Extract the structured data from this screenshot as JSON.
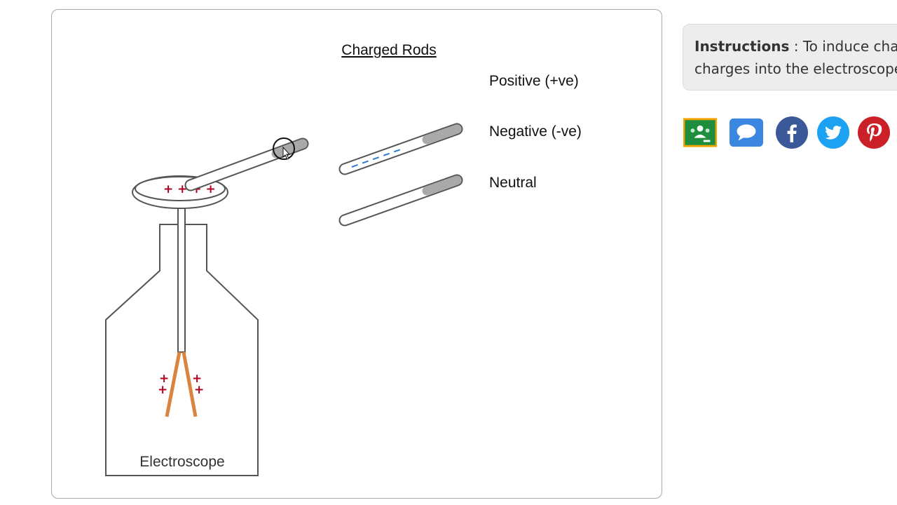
{
  "simulation": {
    "rods_title": "Charged Rods",
    "rods": [
      {
        "label": "Positive (+ve)"
      },
      {
        "label": "Negative (-ve)"
      },
      {
        "label": "Neutral"
      }
    ],
    "electroscope_label": "Electroscope"
  },
  "instructions": {
    "label": "Instructions",
    "separator": " : ",
    "line1": "To induce charges, bring the charged rod near the",
    "line2": "charges into the electroscope"
  },
  "share": [
    {
      "name": "google-classroom",
      "color": "#1e8e3e",
      "border": "#f4a400"
    },
    {
      "name": "chat",
      "color": "#3b86e0"
    },
    {
      "name": "facebook",
      "color": "#3b5998"
    },
    {
      "name": "twitter",
      "color": "#1da1f2"
    },
    {
      "name": "pinterest",
      "color": "#cb2027"
    }
  ],
  "colors": {
    "positive_charge": "#b00020",
    "negative_charge": "#2f7ad0",
    "leaf": "#d9843f",
    "rod_handle": "#a9a9a9",
    "outline": "#555555"
  }
}
